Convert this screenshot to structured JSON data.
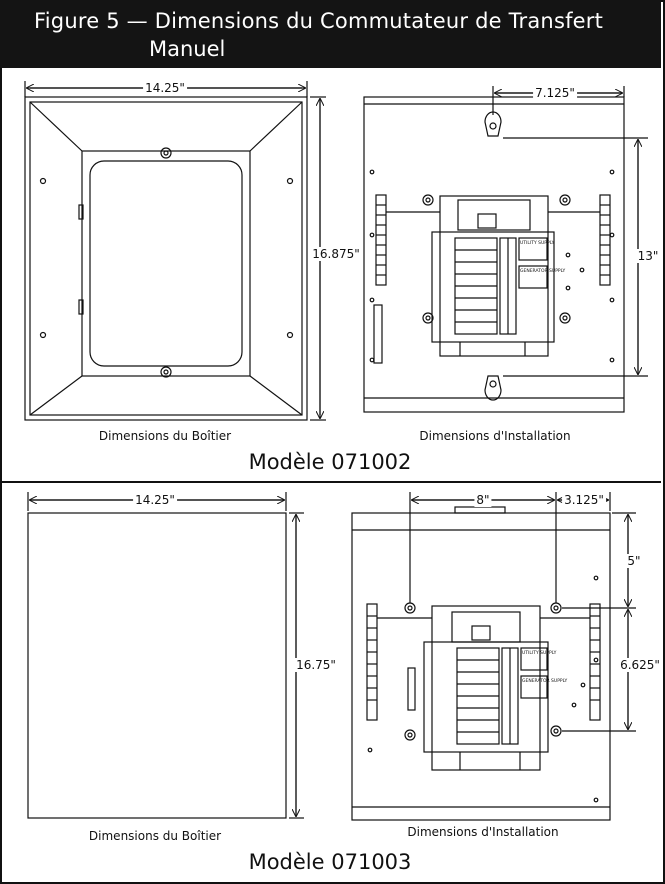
{
  "figure": {
    "title_line1": "Figure 5 — Dimensions du Commutateur de Transfert",
    "title_line2": "Manuel"
  },
  "top": {
    "enclosure_caption": "Dimensions du Boîtier",
    "install_caption": "Dimensions d'Installation",
    "model_label": "Modèle 071002",
    "dims": {
      "width": "14.25\"",
      "height": "16.875\"",
      "offset": "7.125\"",
      "mount_height": "13\""
    },
    "switch_labels": {
      "utility": "UTILITY SUPPLY",
      "generator": "GENERATOR SUPPLY"
    }
  },
  "bottom": {
    "enclosure_caption": "Dimensions du Boîtier",
    "install_caption": "Dimensions d'Installation",
    "model_label": "Modèle 071003",
    "dims": {
      "width": "14.25\"",
      "height": "16.75\"",
      "hole_spacing": "8\"",
      "side_offset": "3.125\"",
      "top_offset": "5\"",
      "mount_height": "6.625\""
    },
    "switch_labels": {
      "utility": "UTILITY SUPPLY",
      "generator": "GENERATOR SUPPLY"
    }
  },
  "colors": {
    "header_bg": "#141414",
    "line": "#111111"
  }
}
